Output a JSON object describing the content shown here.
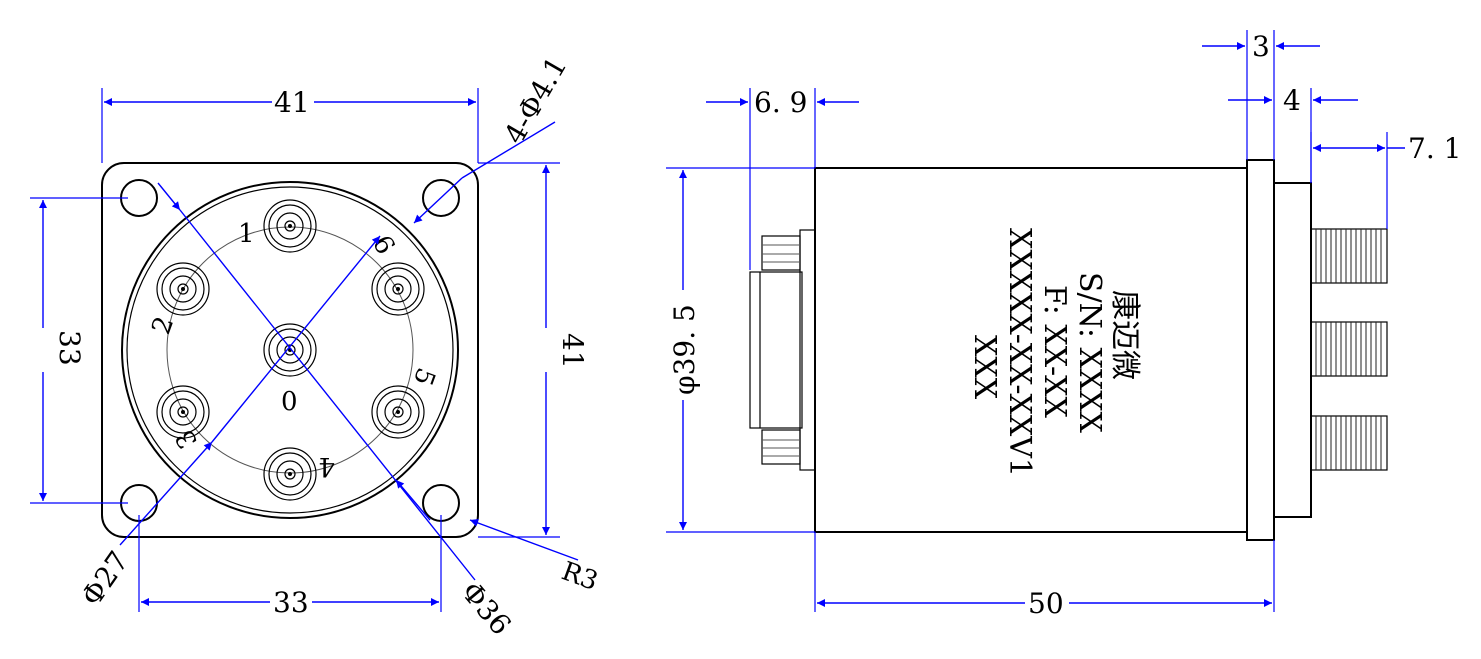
{
  "front_view": {
    "dims": {
      "width_top": "41",
      "height_right": "41",
      "hole_spacing_vertical": "33",
      "hole_spacing_horizontal": "33",
      "mounting_holes": "4-Φ4.1",
      "pitch_circle": "Φ27",
      "body_diameter": "Φ36",
      "corner_radius": "R3"
    },
    "port_labels": {
      "p0": "0",
      "p1": "1",
      "p2": "2",
      "p3": "3",
      "p4": "4",
      "p5": "5",
      "p6": "6"
    }
  },
  "side_view": {
    "dims": {
      "connector_offset": "6. 9",
      "flange_thickness": "3",
      "step": "4",
      "sma_length": "7. 1",
      "body_diameter": "φ39. 5",
      "body_length": "50"
    },
    "body_text": {
      "line1": "XXX",
      "line2": "XXXXX-XX-XXV1",
      "line3": "F:  XX-XX",
      "line4": "S/N:  XXXX",
      "line5": "康迈微"
    }
  },
  "colors": {
    "dimension": "#0000ff",
    "outline": "#000000"
  }
}
